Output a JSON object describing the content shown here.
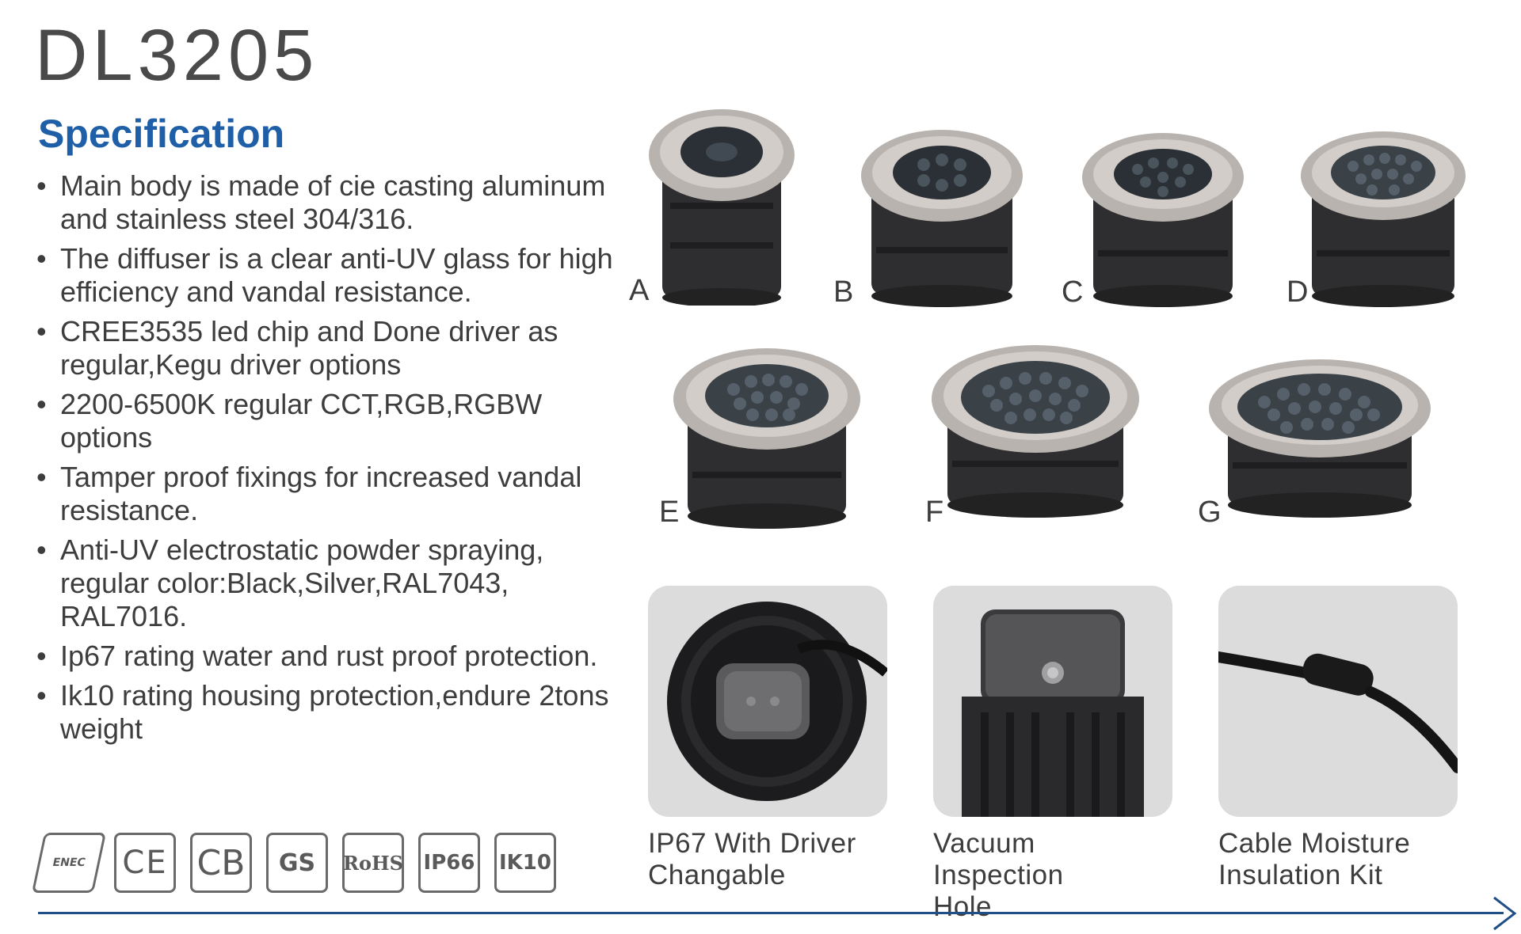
{
  "header": {
    "model": "DL3205",
    "section_title": "Specification"
  },
  "specs": [
    "Main body is made of cie casting aluminum and stainless steel 304/316.",
    "The diffuser is a clear anti-UV glass for high efficiency and vandal resistance.",
    "CREE3535 led chip and Done driver as regular,Kegu driver options",
    "2200-6500K regular CCT,RGB,RGBW options",
    "Tamper proof fixings for increased vandal resistance.",
    "Anti-UV electrostatic powder spraying, regular color:Black,Silver,RAL7043, RAL7016.",
    "Ip67 rating water and rust proof protection.",
    "Ik10 rating housing protection,endure 2tons weight"
  ],
  "products": [
    {
      "letter": "A"
    },
    {
      "letter": "B"
    },
    {
      "letter": "C"
    },
    {
      "letter": "D"
    },
    {
      "letter": "E"
    },
    {
      "letter": "F"
    },
    {
      "letter": "G"
    }
  ],
  "features": [
    {
      "caption": "IP67 With Driver\nChangable"
    },
    {
      "caption": "Vacuum Inspection\nHole"
    },
    {
      "caption": "Cable Moisture\nInsulation Kit"
    }
  ],
  "certifications": [
    "ENEC",
    "CE",
    "CB",
    "GS",
    "RoHS",
    "IP66",
    "IK10"
  ],
  "colors": {
    "heading": "#1f5fa8",
    "rule": "#1f4f86"
  }
}
